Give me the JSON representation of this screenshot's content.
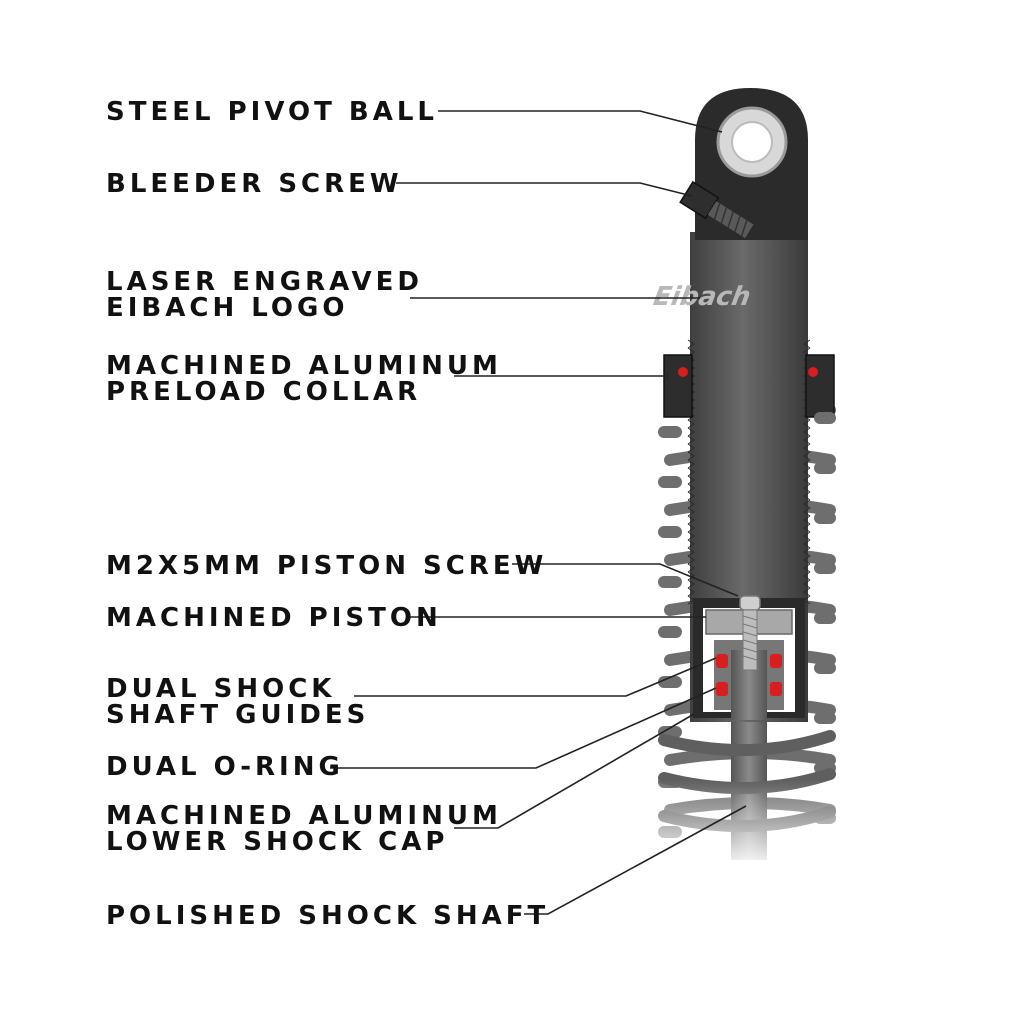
{
  "diagram": {
    "logo_text": "Eibach",
    "callouts": [
      {
        "id": "steel-pivot-ball",
        "lines": [
          "STEEL PIVOT BALL"
        ]
      },
      {
        "id": "bleeder-screw",
        "lines": [
          "BLEEDER SCREW"
        ]
      },
      {
        "id": "laser-engraved-logo",
        "lines": [
          "LASER ENGRAVED",
          "EIBACH LOGO"
        ]
      },
      {
        "id": "preload-collar",
        "lines": [
          "MACHINED ALUMINUM",
          "PRELOAD COLLAR"
        ]
      },
      {
        "id": "piston-screw",
        "lines": [
          "M2X5MM PISTON SCREW"
        ]
      },
      {
        "id": "machined-piston",
        "lines": [
          "MACHINED PISTON"
        ]
      },
      {
        "id": "shaft-guides",
        "lines": [
          "DUAL SHOCK",
          "SHAFT GUIDES"
        ]
      },
      {
        "id": "dual-o-ring",
        "lines": [
          "DUAL O-RING"
        ]
      },
      {
        "id": "lower-shock-cap",
        "lines": [
          "MACHINED ALUMINUM",
          "LOWER SHOCK CAP"
        ]
      },
      {
        "id": "polished-shock-shaft",
        "lines": [
          "POLISHED SHOCK SHAFT"
        ]
      }
    ],
    "colors": {
      "body": "#5a5a5a",
      "body_dark": "#3a3a3a",
      "cap": "#2b2b2b",
      "spring": "#6e6e6e",
      "seal_red": "#d81e1e",
      "label": "#111111"
    }
  }
}
